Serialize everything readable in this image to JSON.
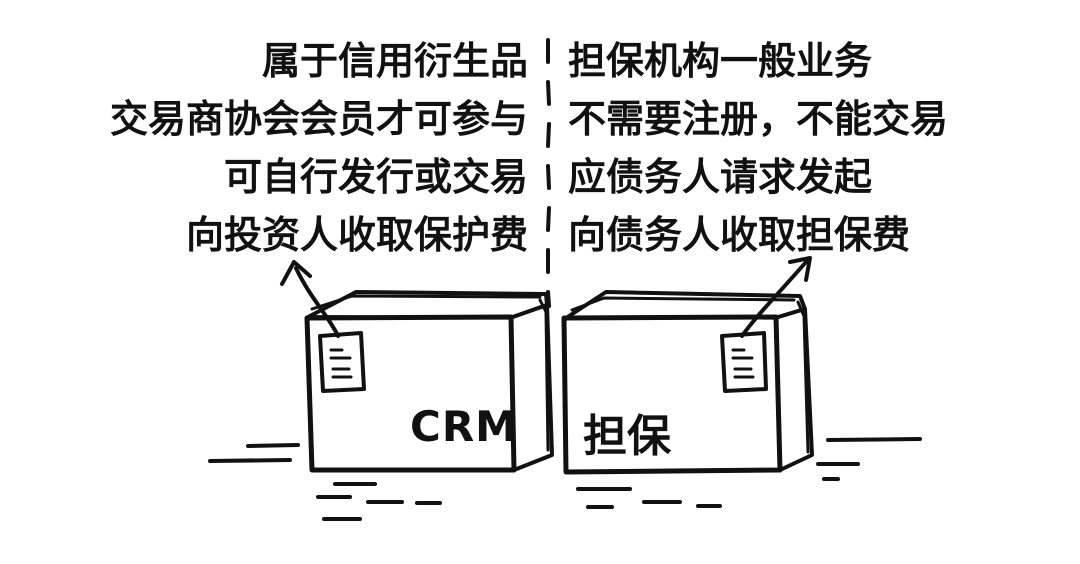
{
  "left_column": {
    "lines": [
      "属于信用衍生品",
      "交易商协会会员才可参与",
      "可自行发行或交易",
      "向投资人收取保护费"
    ]
  },
  "right_column": {
    "lines": [
      "担保机构一般业务",
      "不需要注册，不能交易",
      "应债务人请求发起",
      "向债务人收取担保费"
    ]
  },
  "boxes": {
    "left_label": "CRM",
    "right_label": "担保"
  },
  "colors": {
    "ink": "#111111",
    "background": "#ffffff"
  }
}
